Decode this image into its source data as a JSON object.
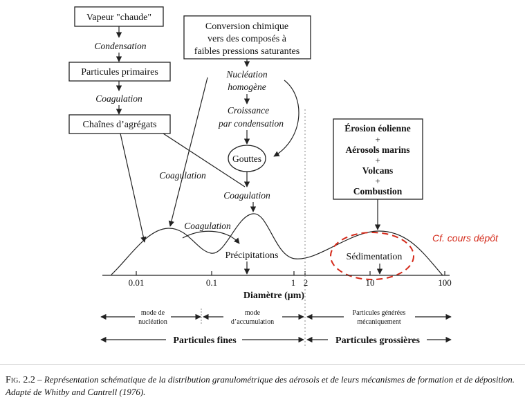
{
  "boxes": {
    "vapeur": "Vapeur \"chaude\"",
    "particules_primaires": "Particules primaires",
    "chaines": "Chaînes d’agrégats",
    "conversion": [
      "Conversion chimique",
      "vers des composés à",
      "faibles pressions saturantes"
    ],
    "gouttes": "Gouttes",
    "sources": [
      "Érosion éolienne",
      "+",
      "Aérosols marins",
      "+",
      "Volcans",
      "+",
      "Combustion"
    ]
  },
  "processes": {
    "condensation": "Condensation",
    "coagulation_1": "Coagulation",
    "nucleation": [
      "Nucléation",
      "homogène"
    ],
    "croissance": [
      "Croissance",
      "par condensation"
    ],
    "coagulation_left": "Coagulation",
    "coagulation_mid": "Coagulation",
    "coagulation_curve": "Coagulation",
    "precipitations": "Précipitations",
    "sedimentation": "Sédimentation"
  },
  "annotation": "Cf. cours dépôt",
  "annotation_color": "#d42a1a",
  "axis": {
    "label": "Diamètre (μm)",
    "ticks": [
      "0.01",
      "0.1",
      "1",
      "2",
      "10",
      "100"
    ]
  },
  "modes": {
    "nucleation": [
      "mode de",
      "nucléation"
    ],
    "accumulation": [
      "mode",
      "d’accumulation"
    ],
    "mecanique": [
      "Particules générées",
      "mécaniquement"
    ],
    "fines": "Particules fines",
    "grossieres": "Particules grossières"
  },
  "caption": {
    "fig": "Fig. 2.2",
    "dash": " – ",
    "text": "Représentation schématique de la distribution granulométrique des aérosols et de leurs mécanismes de formation et de déposition. Adapté de Whitby and Cantrell (1976)."
  }
}
